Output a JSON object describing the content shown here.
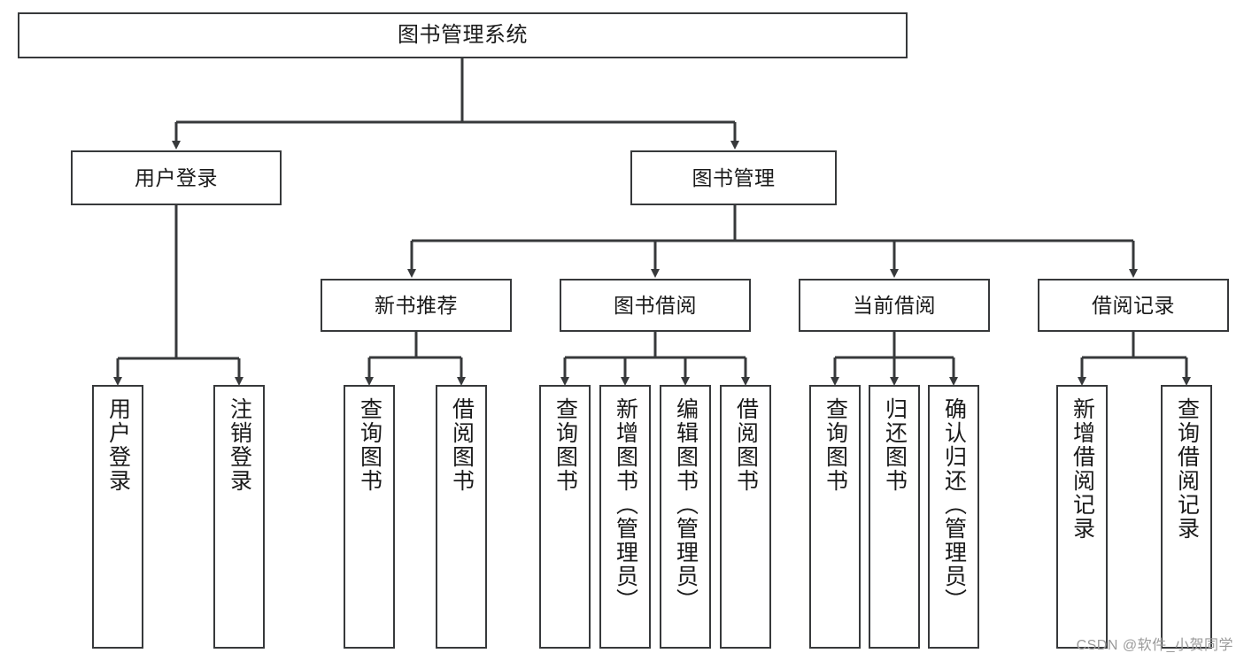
{
  "diagram": {
    "title": "图书管理系统",
    "type": "tree-hierarchy",
    "stroke_color": "#37393b",
    "background_color": "#ffffff",
    "text_color": "#1a1a1a"
  },
  "root": {
    "label": "图书管理系统"
  },
  "level2": [
    {
      "label": "用户登录"
    },
    {
      "label": "图书管理"
    }
  ],
  "level3": [
    {
      "label": "新书推荐"
    },
    {
      "label": "图书借阅"
    },
    {
      "label": "当前借阅"
    },
    {
      "label": "借阅记录"
    }
  ],
  "leaves": {
    "user_login": [
      {
        "label": "用户登录"
      },
      {
        "label": "注销登录"
      }
    ],
    "new_book_recommend": [
      {
        "label": "查询图书"
      },
      {
        "label": "借阅图书"
      }
    ],
    "book_borrow": [
      {
        "label": "查询图书"
      },
      {
        "label": "新增图书（管理员）"
      },
      {
        "label": "编辑图书（管理员）"
      },
      {
        "label": "借阅图书"
      }
    ],
    "current_borrow": [
      {
        "label": "查询图书"
      },
      {
        "label": "归还图书"
      },
      {
        "label": "确认归还（管理员）"
      }
    ],
    "borrow_record": [
      {
        "label": "新增借阅记录"
      },
      {
        "label": "查询借阅记录"
      }
    ]
  },
  "watermark": {
    "text": "CSDN @软件_小贺同学"
  }
}
